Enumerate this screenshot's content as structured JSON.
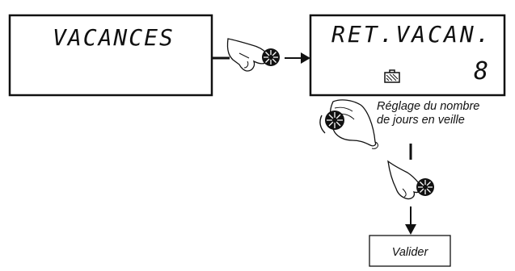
{
  "screens": {
    "left": {
      "text": "VACANCES"
    },
    "right": {
      "line1": "RET.VACAN.",
      "value": "8"
    }
  },
  "annotations": {
    "adjust_line1": "Réglage du nombre",
    "adjust_line2": "de jours en veille",
    "validate": "Valider"
  },
  "icons": {
    "suitcase": "suitcase-icon",
    "knob": "rotary-knob-icon",
    "hand": "hand-icon"
  },
  "colors": {
    "ink": "#111111",
    "paper": "#ffffff"
  }
}
